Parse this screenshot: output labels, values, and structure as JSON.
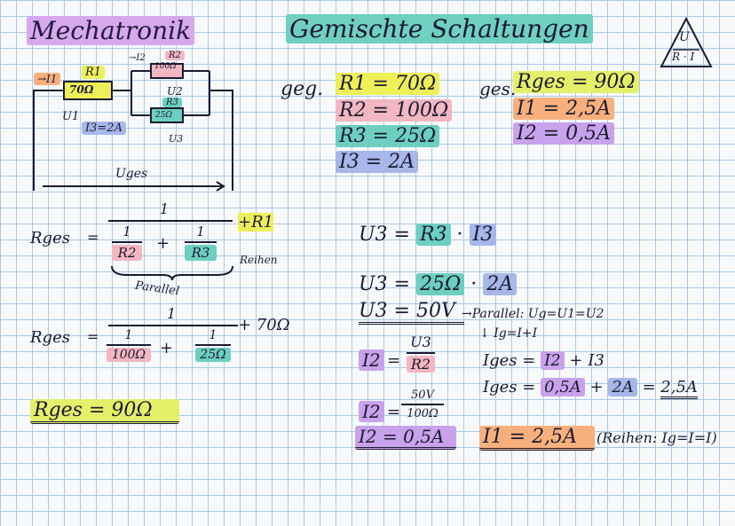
{
  "header": {
    "subject": "Mechatronik",
    "title": "Gemischte Schaltungen",
    "triangle_top": "U",
    "triangle_bottom": "R · I"
  },
  "circuit": {
    "i1_label": "→I1",
    "r1_label": "R1",
    "r1_value": "70Ω",
    "u1_label": "U1",
    "i3_label": "I3=2A",
    "i2_label": "→I2",
    "r2_label": "R2",
    "r2_value": "100Ω",
    "u2_label": "U2",
    "r3_label": "R3",
    "r3_value": "25Ω",
    "u3_label": "U3",
    "uges_label": "Uges"
  },
  "given": {
    "label": "geg.",
    "items": [
      {
        "name": "R1",
        "value": "70Ω"
      },
      {
        "name": "R2",
        "value": "100Ω"
      },
      {
        "name": "R3",
        "value": "25Ω"
      },
      {
        "name": "I3",
        "value": "2A"
      }
    ]
  },
  "wanted": {
    "label": "ges.",
    "items": [
      {
        "name": "Rges",
        "value": "90Ω"
      },
      {
        "name": "I1",
        "value": "2,5A"
      },
      {
        "name": "I2",
        "value": "0,5A"
      }
    ]
  },
  "left_calc": {
    "rges_label": "Rges",
    "equals": "=",
    "one": "1",
    "r2": "R2",
    "r3": "R3",
    "plus": "+",
    "plus_r1": "+R1",
    "reihen": "Reihen",
    "parallel": "Parallel",
    "r2_val": "100Ω",
    "r3_val": "25Ω",
    "plus_70": "+ 70Ω",
    "result_label": "Rges",
    "result_value": "90Ω"
  },
  "mid_calc": {
    "u3_formula": [
      "U3",
      "=",
      "R3",
      "·",
      "I3"
    ],
    "u3_values": [
      "U3",
      "=",
      "25Ω",
      "·",
      "2A"
    ],
    "u3_result": "U3 = 50V",
    "i2_eq": "I2",
    "i2_num": "U3",
    "i2_den": "R2",
    "i2_num_val": "50V",
    "i2_den_val": "100Ω",
    "i2_result_label": "I2",
    "i2_result_value": "0,5A"
  },
  "notes": {
    "parallel_rule": "→Parallel: Ug=U1=U2",
    "current_rule": "↓ Ig=I+I",
    "iges_formula": [
      "Iges",
      "=",
      "I2",
      "+",
      "I3"
    ],
    "iges_values": [
      "Iges",
      "=",
      "0,5A",
      "+",
      "2A",
      "=",
      "2,5A"
    ],
    "i1_label": "I1",
    "i1_value": "2,5A",
    "reihen_note": "(Reihen: Ig=I=I)"
  }
}
